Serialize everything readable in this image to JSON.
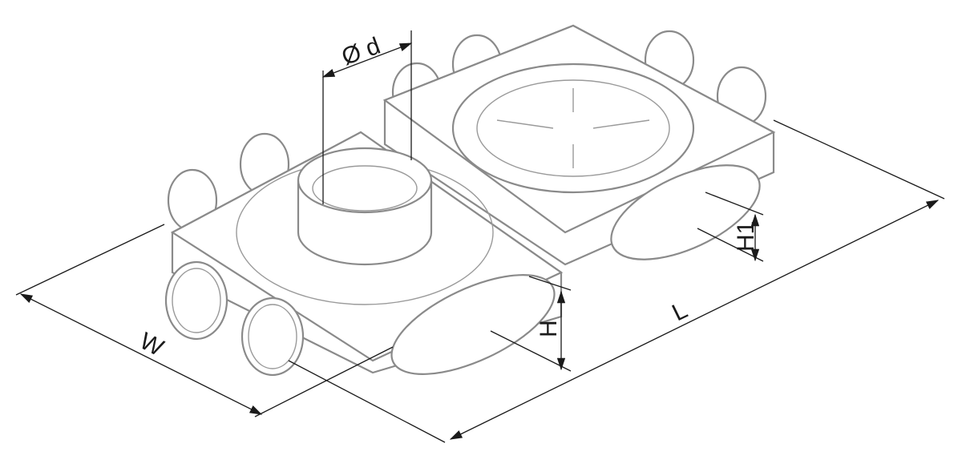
{
  "diagram": {
    "labels": {
      "diameter": "Ø d",
      "width": "W",
      "height": "H",
      "height1": "H1",
      "length": "L"
    },
    "colors": {
      "outline": "#8a8a8a",
      "dimension": "#1a1a1a"
    }
  }
}
